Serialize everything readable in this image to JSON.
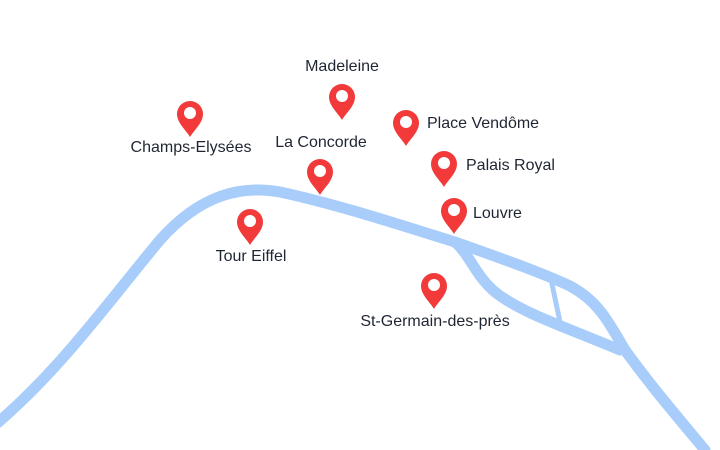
{
  "colors": {
    "river": "#a8cdfa",
    "pin": "#f23a3a",
    "label": "#1f2633"
  },
  "icon": "map-pin-icon",
  "places": [
    {
      "name": "Madeleine"
    },
    {
      "name": "Champs-Elysées"
    },
    {
      "name": "La Concorde"
    },
    {
      "name": "Place Vendôme"
    },
    {
      "name": "Palais Royal"
    },
    {
      "name": "Louvre"
    },
    {
      "name": "Tour Eiffel"
    },
    {
      "name": "St-Germain-des-près"
    }
  ]
}
